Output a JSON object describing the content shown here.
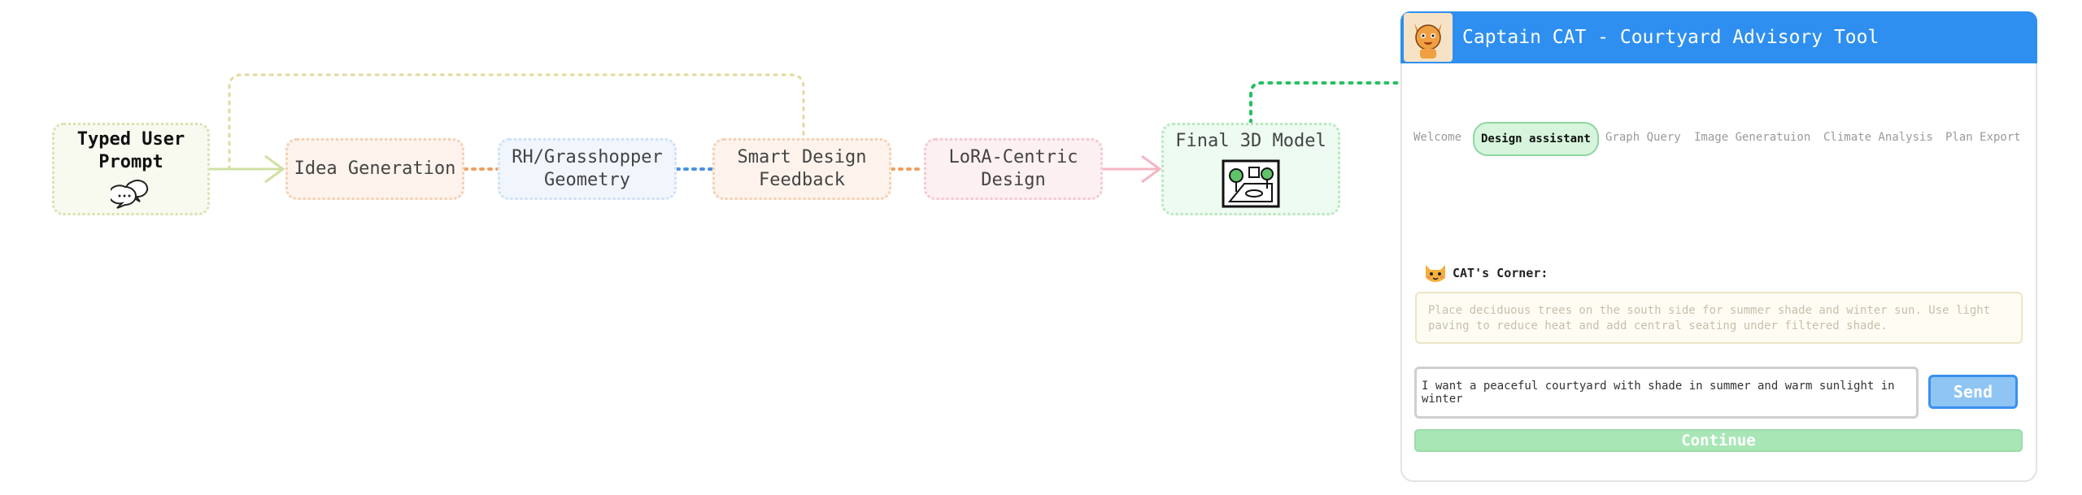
{
  "diagram": {
    "nodes": {
      "prompt": "Typed User\nPrompt",
      "idea": "Idea Generation",
      "rh": "RH/Grasshopper\nGeometry",
      "smart": "Smart Design\nFeedback",
      "lora": "LoRA-Centric\nDesign",
      "final": "Final 3D Model"
    }
  },
  "panel": {
    "title": "Captain CAT - Courtyard Advisory Tool",
    "tabs": [
      "Welcome",
      "Design assistant",
      "Graph Query",
      "Image Generatuion",
      "Climate Analysis",
      "Plan Export"
    ],
    "active_tab": "Design assistant",
    "corner_label": "CAT's Corner:",
    "suggestion": "Place deciduous trees on the south side for summer shade and winter sun. Use light paving to reduce heat and add central seating under filtered shade.",
    "input_value": "I want a peaceful courtyard with shade in summer and warm sunlight in winter",
    "send_label": "Send",
    "continue_label": "Continue"
  },
  "colors": {
    "header": "#2e8ff0",
    "send": "#8fc5f3",
    "continue": "#a8e6b6",
    "active_tab": "#d6f5dc"
  }
}
